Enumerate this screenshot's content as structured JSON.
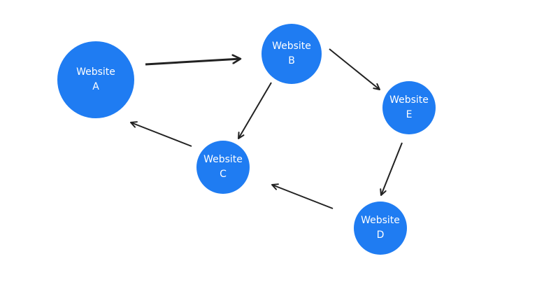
{
  "nodes": {
    "a": {
      "name": "Website",
      "letter": "A"
    },
    "b": {
      "name": "Website",
      "letter": "B"
    },
    "c": {
      "name": "Website",
      "letter": "C"
    },
    "d": {
      "name": "Website",
      "letter": "D"
    },
    "e": {
      "name": "Website",
      "letter": "E"
    }
  },
  "edges": [
    {
      "from": "A",
      "to": "B"
    },
    {
      "from": "B",
      "to": "E"
    },
    {
      "from": "B",
      "to": "C"
    },
    {
      "from": "E",
      "to": "D"
    },
    {
      "from": "D",
      "to": "C"
    },
    {
      "from": "C",
      "to": "A"
    }
  ],
  "colors": {
    "node_fill": "#1f7cf2",
    "node_text": "#ffffff",
    "arrow": "#222222",
    "background": "#ffffff"
  }
}
